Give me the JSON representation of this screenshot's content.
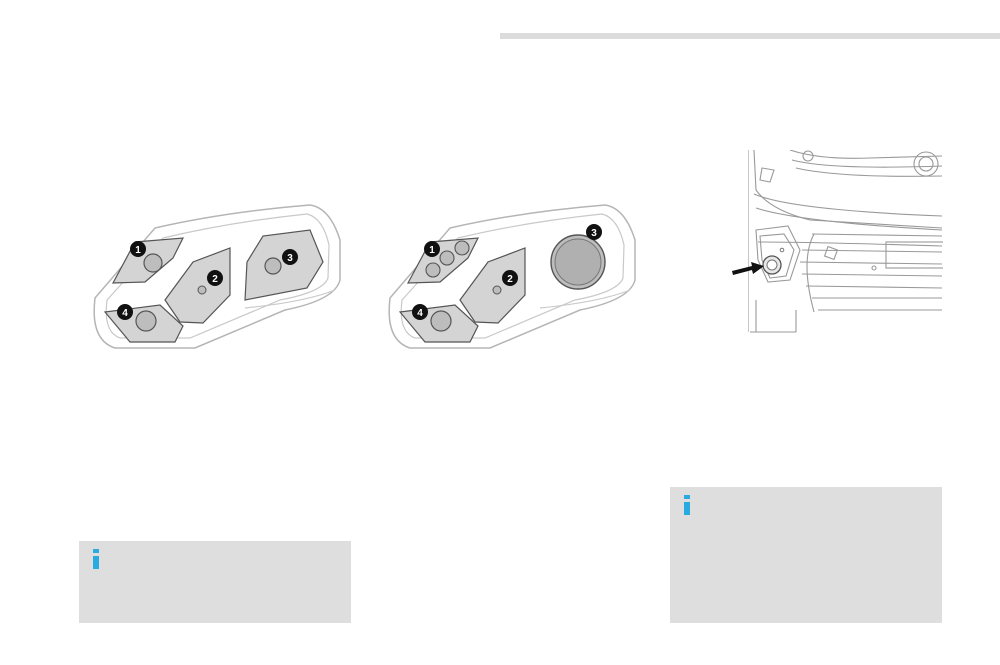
{
  "figures": [
    {
      "name": "headlamp-halogen",
      "callouts": [
        "1",
        "2",
        "3",
        "4"
      ]
    },
    {
      "name": "headlamp-xenon",
      "callouts": [
        "1",
        "2",
        "3",
        "4"
      ]
    },
    {
      "name": "front-fog-lamp",
      "callouts": []
    }
  ],
  "colors": {
    "info_accent": "#29abe2",
    "info_background": "#dedede",
    "rule": "#dcdcdc",
    "lamp_fill": "#d4d4d4",
    "bulb_fill": "#bdbdbd"
  },
  "icons": [
    "info-icon",
    "info-icon",
    "arrow-pointer-icon"
  ]
}
